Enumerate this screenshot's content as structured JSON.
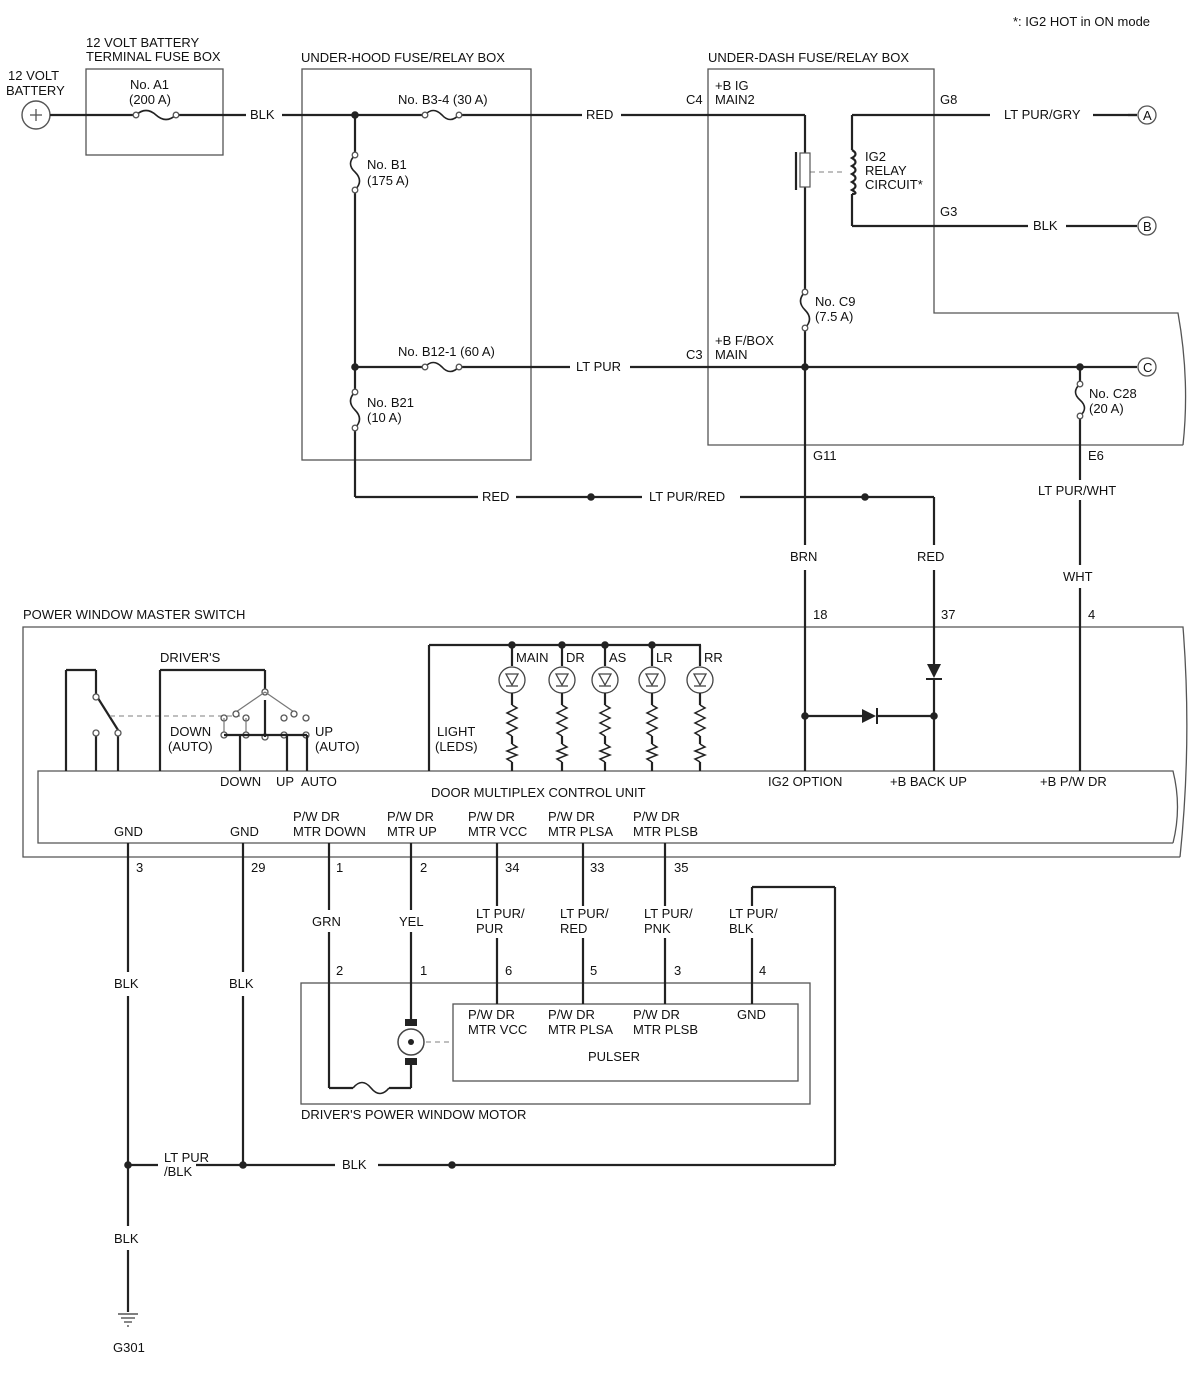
{
  "note": "*: IG2 HOT in ON mode",
  "battery": {
    "label_l1": "12 VOLT",
    "label_l2": "BATTERY"
  },
  "boxes": {
    "term_fuse_l1": "12 VOLT BATTERY",
    "term_fuse_l2": "TERMINAL FUSE BOX",
    "underhood": "UNDER-HOOD FUSE/RELAY BOX",
    "underdash": "UNDER-DASH FUSE/RELAY BOX",
    "master_switch": "POWER WINDOW MASTER SWITCH",
    "motor": "DRIVER'S POWER WINDOW MOTOR",
    "control_unit": "DOOR MULTIPLEX CONTROL UNIT",
    "pulser": "PULSER"
  },
  "fuses": {
    "a1": "No. A1",
    "a1_rating": "(200 A)",
    "b34": "No. B3-4 (30 A)",
    "b1": "No. B1",
    "b1_rating": "(175 A)",
    "b121": "No. B12-1 (60 A)",
    "b21": "No. B21",
    "b21_rating": "(10 A)",
    "c9": "No. C9",
    "c9_rating": "(7.5 A)",
    "c28": "No. C28",
    "c28_rating": "(20 A)"
  },
  "relay": {
    "l1": "IG2",
    "l2": "RELAY",
    "l3": "CIRCUIT*"
  },
  "underdash_labels": {
    "big_main2_l1": "+B IG",
    "big_main2_l2": "MAIN2",
    "fbox_l1": "+B F/BOX",
    "fbox_l2": "MAIN"
  },
  "connectors": {
    "c4": "C4",
    "c3": "C3",
    "g8": "G8",
    "g3": "G3",
    "g11": "G11",
    "e6": "E6"
  },
  "wires": {
    "blk": "BLK",
    "red": "RED",
    "lt_pur_gry": "LT PUR/GRY",
    "lt_pur": "LT PUR",
    "lt_pur_red": "LT PUR/RED",
    "brn": "BRN",
    "lt_pur_wht": "LT PUR/WHT",
    "wht": "WHT",
    "grn": "GRN",
    "yel": "YEL",
    "lt_pur_pur_l1": "LT PUR/",
    "lt_pur_pur_l2": "PUR",
    "lt_pur_red2_l1": "LT PUR/",
    "lt_pur_red2_l2": "RED",
    "lt_pur_pnk_l1": "LT PUR/",
    "lt_pur_pnk_l2": "PNK",
    "lt_pur_blk_l1": "LT PUR/",
    "lt_pur_blk_l2": "BLK",
    "lt_pur_blk_bottom_l1": "LT PUR",
    "lt_pur_blk_bottom_l2": "/BLK"
  },
  "offpage": {
    "a": "A",
    "b": "B",
    "c": "C"
  },
  "switch": {
    "drivers": "DRIVER'S",
    "down_auto_l1": "DOWN",
    "down_auto_l2": "(AUTO)",
    "up_auto_l1": "UP",
    "up_auto_l2": "(AUTO)",
    "down": "DOWN",
    "up": "UP",
    "auto": "AUTO",
    "light_l1": "LIGHT",
    "light_l2": "(LEDS)"
  },
  "leds": [
    "MAIN",
    "DR",
    "AS",
    "LR",
    "RR"
  ],
  "top_pins": {
    "p18": "18",
    "p37": "37",
    "p4": "4"
  },
  "top_pin_labels": {
    "ig2_option": "IG2 OPTION",
    "b_backup": "+B BACK UP",
    "b_pwdr": "+B P/W DR"
  },
  "bottom_pins": [
    {
      "l1": "GND",
      "l2": "",
      "pin": "3"
    },
    {
      "l1": "GND",
      "l2": "",
      "pin": "29"
    },
    {
      "l1": "P/W DR",
      "l2": "MTR DOWN",
      "pin": "1"
    },
    {
      "l1": "P/W DR",
      "l2": "MTR UP",
      "pin": "2"
    },
    {
      "l1": "P/W DR",
      "l2": "MTR VCC",
      "pin": "34"
    },
    {
      "l1": "P/W DR",
      "l2": "MTR PLSA",
      "pin": "33"
    },
    {
      "l1": "P/W DR",
      "l2": "MTR PLSB",
      "pin": "35"
    }
  ],
  "motor_pins": {
    "p2": "2",
    "p1": "1",
    "p6": "6",
    "p5": "5",
    "p3": "3",
    "p4": "4"
  },
  "pulser_pins": {
    "vcc_l1": "P/W DR",
    "vcc_l2": "MTR VCC",
    "plsa_l1": "P/W DR",
    "plsa_l2": "MTR PLSA",
    "plsb_l1": "P/W DR",
    "plsb_l2": "MTR PLSB",
    "gnd": "GND"
  },
  "ground": "G301"
}
